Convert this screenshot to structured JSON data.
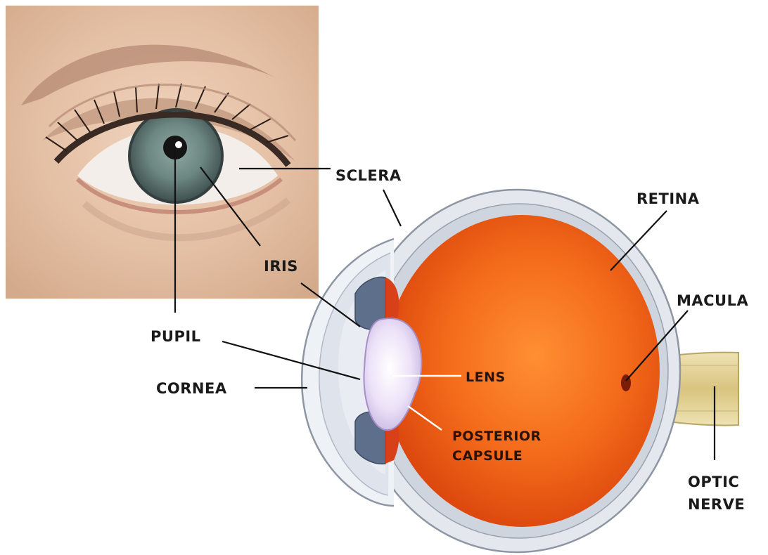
{
  "labels": {
    "sclera": "SCLERA",
    "retina": "RETINA",
    "iris": "IRIS",
    "macula": "MACULA",
    "pupil": "PUPIL",
    "cornea": "CORNEA",
    "lens": "LENS",
    "posterior_capsule_line1": "POSTERIOR",
    "posterior_capsule_line2": "CAPSULE",
    "optic_nerve_line1": "OPTIC",
    "optic_nerve_line2": "NERVE"
  },
  "colors": {
    "eyeball_interior": "#f05a12",
    "eyeball_interior_light": "#ff8a32",
    "sclera_wall": "#dfe3ea",
    "lens": "#e9ddf7",
    "iris_photo": "#6f8a86",
    "skin": "#e6c3a8",
    "optic_nerve": "#e8d9a0"
  }
}
